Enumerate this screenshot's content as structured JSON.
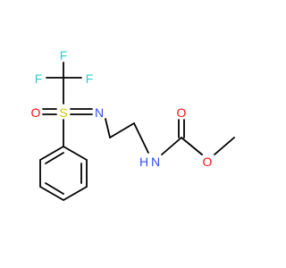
{
  "colors": {
    "F": "#33CCCC",
    "O": "#FF0D0D",
    "S": "#CCCC00",
    "N": "#3050F8",
    "C": "#000000"
  },
  "atoms": {
    "f_top": "F",
    "f_left": "F",
    "f_right": "F",
    "o_sulfoxide": "O",
    "s_center": "S",
    "n_imine": "N",
    "n_amide": "N",
    "h_amide": "H",
    "o_carbonyl": "O",
    "o_ester": "O"
  }
}
